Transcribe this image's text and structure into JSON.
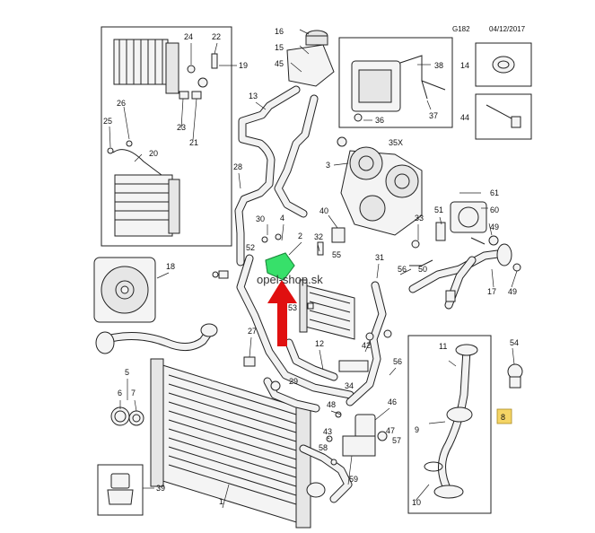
{
  "header": {
    "code": "G182",
    "date": "04/12/2017"
  },
  "watermark": "opel-shop.sk",
  "highlight_color": "#37e06a",
  "arrow_color": "#e01010",
  "callout_color": "#f5d565",
  "section_label": "35X",
  "labels": {
    "l16": "16",
    "l15": "15",
    "l45": "45",
    "l13": "13",
    "l24": "24",
    "l22": "22",
    "l19": "19",
    "l26": "26",
    "l23": "23",
    "l21": "21",
    "l25": "25",
    "l20": "20",
    "l38": "38",
    "l36": "36",
    "l37": "37",
    "l14": "14",
    "l44": "44",
    "l28": "28",
    "l3": "3",
    "l30": "30",
    "l4": "4",
    "l52": "52",
    "l2": "2",
    "l40": "40",
    "l33": "33",
    "l51": "51",
    "l61": "61",
    "l60": "60",
    "l49a": "49",
    "l18": "18",
    "l32": "32",
    "l55": "55",
    "l31": "31",
    "l56a": "56",
    "l50": "50",
    "l17": "17",
    "l49b": "49",
    "l53": "53",
    "l27": "27",
    "l12": "12",
    "l42": "42",
    "l11": "11",
    "l54": "54",
    "l5": "5",
    "l29": "29",
    "l34": "34",
    "l56b": "56",
    "l6": "6",
    "l7": "7",
    "l8": "8",
    "l48": "48",
    "l46": "46",
    "l43": "43",
    "l47": "47",
    "l9": "9",
    "l58": "58",
    "l57": "57",
    "l59": "59",
    "l39": "39",
    "l1": "1",
    "l10": "10"
  }
}
